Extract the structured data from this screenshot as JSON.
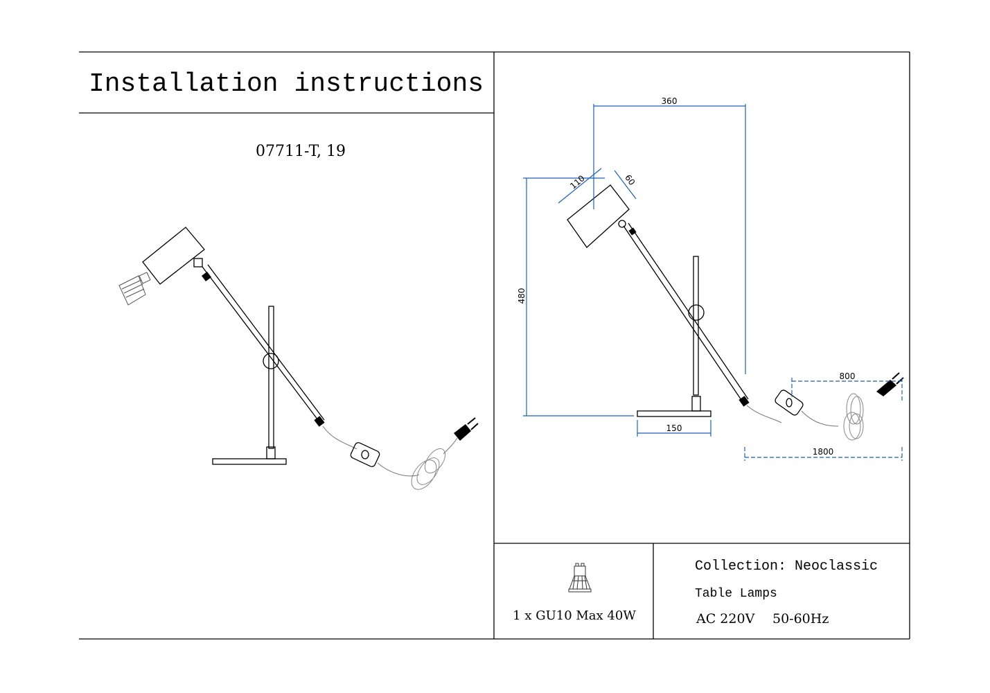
{
  "header": {
    "title": "Installation instructions"
  },
  "product": {
    "model": "07711-T, 19"
  },
  "dimensions": {
    "width_reach": "360",
    "shade_length": "110",
    "shade_diameter": "60",
    "height": "480",
    "base_width": "150",
    "cord_to_switch": "800",
    "cord_total": "1800"
  },
  "specs": {
    "bulb": "1 x GU10 Max 40W",
    "collection": "Collection: Neoclassic",
    "category": "Table Lamps",
    "voltage": "AC 220V",
    "frequency": "50-60Hz"
  },
  "colors": {
    "dimension_line": "#1a5fb4",
    "border": "#000000"
  }
}
